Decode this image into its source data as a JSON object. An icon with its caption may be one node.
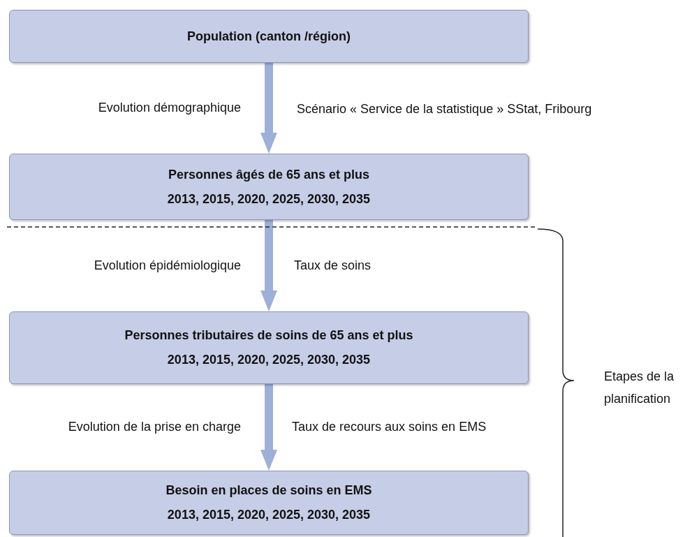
{
  "diagram": {
    "nodes": [
      {
        "text": [
          "Population (canton /région)"
        ]
      },
      {
        "text": [
          "Personnes âgés de 65 ans et plus",
          "2013, 2015, 2020, 2025, 2030, 2035"
        ]
      },
      {
        "text": [
          "Personnes tributaires de soins de 65 ans et plus",
          "2013, 2015, 2020, 2025, 2030, 2035"
        ]
      },
      {
        "text": [
          "Besoin en places de soins en EMS",
          "2013, 2015, 2020, 2025, 2030, 2035"
        ]
      }
    ],
    "edges": [
      {
        "from": 0,
        "to": 1,
        "arrow": "to"
      },
      {
        "from": 1,
        "to": 2,
        "arrow": "to"
      },
      {
        "from": 2,
        "to": 3,
        "arrow": "to"
      }
    ],
    "labels": [
      "Evolution démographique",
      "Scénario « Service de la statistique » SStat, Fribourg",
      "Evolution épidémiologique",
      "Taux de soins",
      "Evolution de la prise en charge",
      "Taux de recours aux soins en EMS",
      "Etapes de la planification"
    ]
  }
}
